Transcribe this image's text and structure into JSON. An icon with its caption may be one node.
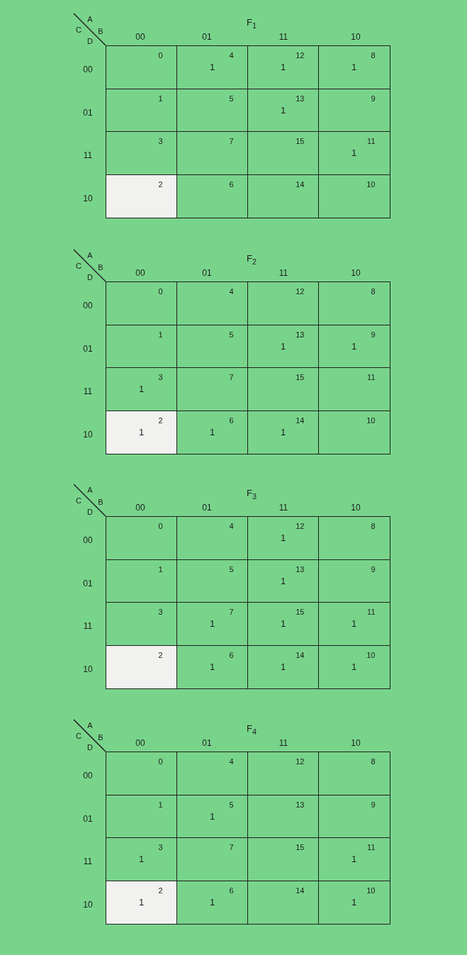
{
  "diagram": {
    "nodes": [
      {
        "text": [
          "F$_{1}$",
          "A",
          "B",
          "C",
          "D",
          "00",
          "01",
          "11",
          "10",
          "00",
          "01",
          "11",
          "10"
        ]
      },
      {
        "text": [
          "0"
        ],
        "in": 0
      },
      {
        "text": [
          "4",
          "1"
        ],
        "in": 0
      },
      {
        "text": [
          "12",
          "1"
        ],
        "in": 0
      },
      {
        "text": [
          "8",
          "1"
        ],
        "in": 0
      },
      {
        "text": [
          "1"
        ],
        "in": 0
      },
      {
        "text": [
          "5"
        ],
        "in": 0
      },
      {
        "text": [
          "13",
          "1"
        ],
        "in": 0
      },
      {
        "text": [
          "9"
        ],
        "in": 0
      },
      {
        "text": [
          "3"
        ],
        "in": 0
      },
      {
        "text": [
          "7"
        ],
        "in": 0
      },
      {
        "text": [
          "15"
        ],
        "in": 0
      },
      {
        "text": [
          "11",
          "1"
        ],
        "in": 0
      },
      {
        "text": [
          "2"
        ],
        "in": 0
      },
      {
        "text": [
          "6"
        ],
        "in": 0
      },
      {
        "text": [
          "14"
        ],
        "in": 0
      },
      {
        "text": [
          "10"
        ],
        "in": 0
      },
      {
        "text": [
          "F$_{2}$",
          "A",
          "B",
          "C",
          "D",
          "00",
          "01",
          "11",
          "10",
          "00",
          "01",
          "11",
          "10"
        ]
      },
      {
        "text": [
          "0"
        ],
        "in": 17
      },
      {
        "text": [
          "4"
        ],
        "in": 17
      },
      {
        "text": [
          "12"
        ],
        "in": 17
      },
      {
        "text": [
          "8"
        ],
        "in": 17
      },
      {
        "text": [
          "1"
        ],
        "in": 17
      },
      {
        "text": [
          "5"
        ],
        "in": 17
      },
      {
        "text": [
          "13",
          "1"
        ],
        "in": 17
      },
      {
        "text": [
          "9",
          "1"
        ],
        "in": 17
      },
      {
        "text": [
          "3",
          "1"
        ],
        "in": 17
      },
      {
        "text": [
          "7"
        ],
        "in": 17
      },
      {
        "text": [
          "15"
        ],
        "in": 17
      },
      {
        "text": [
          "11"
        ],
        "in": 17
      },
      {
        "text": [
          "2",
          "1"
        ],
        "in": 17
      },
      {
        "text": [
          "6",
          "1"
        ],
        "in": 17
      },
      {
        "text": [
          "14",
          "1"
        ],
        "in": 17
      },
      {
        "text": [
          "10"
        ],
        "in": 17
      },
      {
        "text": [
          "F$_{3}$",
          "A",
          "B",
          "C",
          "D",
          "00",
          "01",
          "11",
          "10",
          "00",
          "01",
          "11",
          "10"
        ]
      },
      {
        "text": [
          "0"
        ],
        "in": 34
      },
      {
        "text": [
          "4"
        ],
        "in": 34
      },
      {
        "text": [
          "12",
          "1"
        ],
        "in": 34
      },
      {
        "text": [
          "8"
        ],
        "in": 34
      },
      {
        "text": [
          "1"
        ],
        "in": 34
      },
      {
        "text": [
          "5"
        ],
        "in": 34
      },
      {
        "text": [
          "13",
          "1"
        ],
        "in": 34
      },
      {
        "text": [
          "9"
        ],
        "in": 34
      },
      {
        "text": [
          "3"
        ],
        "in": 34
      },
      {
        "text": [
          "7",
          "1"
        ],
        "in": 34
      },
      {
        "text": [
          "15",
          "1"
        ],
        "in": 34
      },
      {
        "text": [
          "11",
          "1"
        ],
        "in": 34
      },
      {
        "text": [
          "2"
        ],
        "in": 34
      },
      {
        "text": [
          "6",
          "1"
        ],
        "in": 34
      },
      {
        "text": [
          "14",
          "1"
        ],
        "in": 34
      },
      {
        "text": [
          "10",
          "1"
        ],
        "in": 34
      },
      {
        "text": [
          "F$_{4}$",
          "A",
          "B",
          "C",
          "D",
          "00",
          "01",
          "11",
          "10",
          "00",
          "01",
          "11",
          "10"
        ]
      },
      {
        "text": [
          "0"
        ],
        "in": 51
      },
      {
        "text": [
          "4"
        ],
        "in": 51
      },
      {
        "text": [
          "12"
        ],
        "in": 51
      },
      {
        "text": [
          "8"
        ],
        "in": 51
      },
      {
        "text": [
          "1"
        ],
        "in": 51
      },
      {
        "text": [
          "5",
          "1"
        ],
        "in": 51
      },
      {
        "text": [
          "13"
        ],
        "in": 51
      },
      {
        "text": [
          "9"
        ],
        "in": 51
      },
      {
        "text": [
          "3",
          "1"
        ],
        "in": 51
      },
      {
        "text": [
          "7"
        ],
        "in": 51
      },
      {
        "text": [
          "15"
        ],
        "in": 51
      },
      {
        "text": [
          "11",
          "1"
        ],
        "in": 51
      },
      {
        "text": [
          "2",
          "1"
        ],
        "in": 51
      },
      {
        "text": [
          "6",
          "1"
        ],
        "in": 51
      },
      {
        "text": [
          "14"
        ],
        "in": 51
      },
      {
        "text": [
          "10",
          "1"
        ],
        "in": 51
      }
    ]
  }
}
